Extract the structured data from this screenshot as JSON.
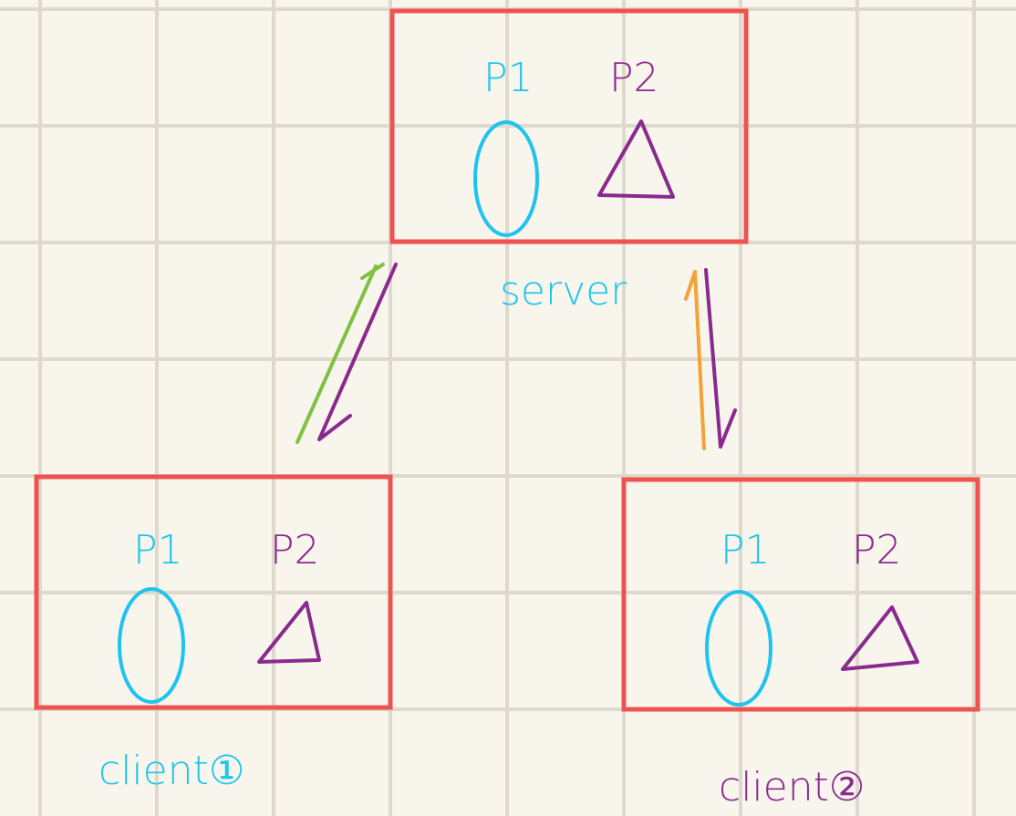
{
  "colors": {
    "background": "#f8f5ec",
    "grid": "#ddd9cc",
    "box": "#ef5350",
    "p1": "#1ec4ef",
    "p2": "#8a2a8e",
    "arrow_green": "#7ec242",
    "arrow_orange": "#f3a23a"
  },
  "server": {
    "label": "server",
    "p1_label": "P1",
    "p2_label": "P2"
  },
  "client1": {
    "label": "client①",
    "p1_label": "P1",
    "p2_label": "P2"
  },
  "client2": {
    "label": "client②",
    "p1_label": "P1",
    "p2_label": "P2"
  }
}
